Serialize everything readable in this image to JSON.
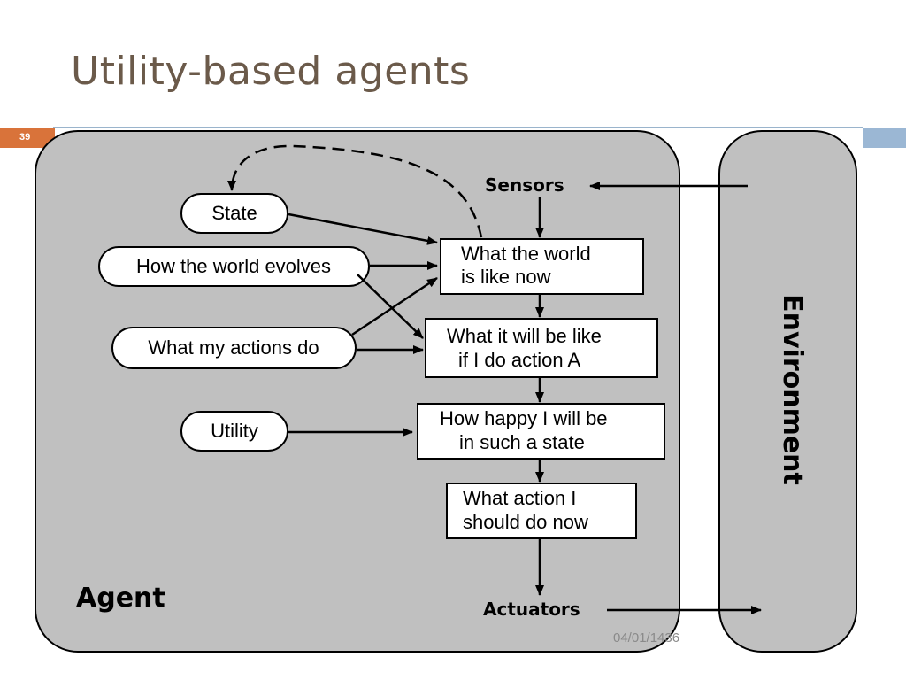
{
  "slide": {
    "title": "Utility-based agents",
    "number": "39",
    "date": "04/01/1436"
  },
  "diagram": {
    "agent_label": "Agent",
    "environment_label": "Environment",
    "sensors_label": "Sensors",
    "actuators_label": "Actuators",
    "knowledge": {
      "state": "State",
      "world_evolves": "How the world evolves",
      "actions_do": "What my actions do",
      "utility": "Utility"
    },
    "boxes": {
      "world_now": [
        "What the world",
        "is like now"
      ],
      "will_be_like": [
        "What it will be like",
        "if I do action A"
      ],
      "how_happy": [
        "How happy I will be",
        "in such a state"
      ],
      "what_action": [
        "What action I",
        "should do now"
      ]
    },
    "colors": {
      "panel": "#c0c0c0",
      "title": "#6b5a4a",
      "slide_number_bg": "#d9733a",
      "accent": "#9bb7d4"
    }
  }
}
